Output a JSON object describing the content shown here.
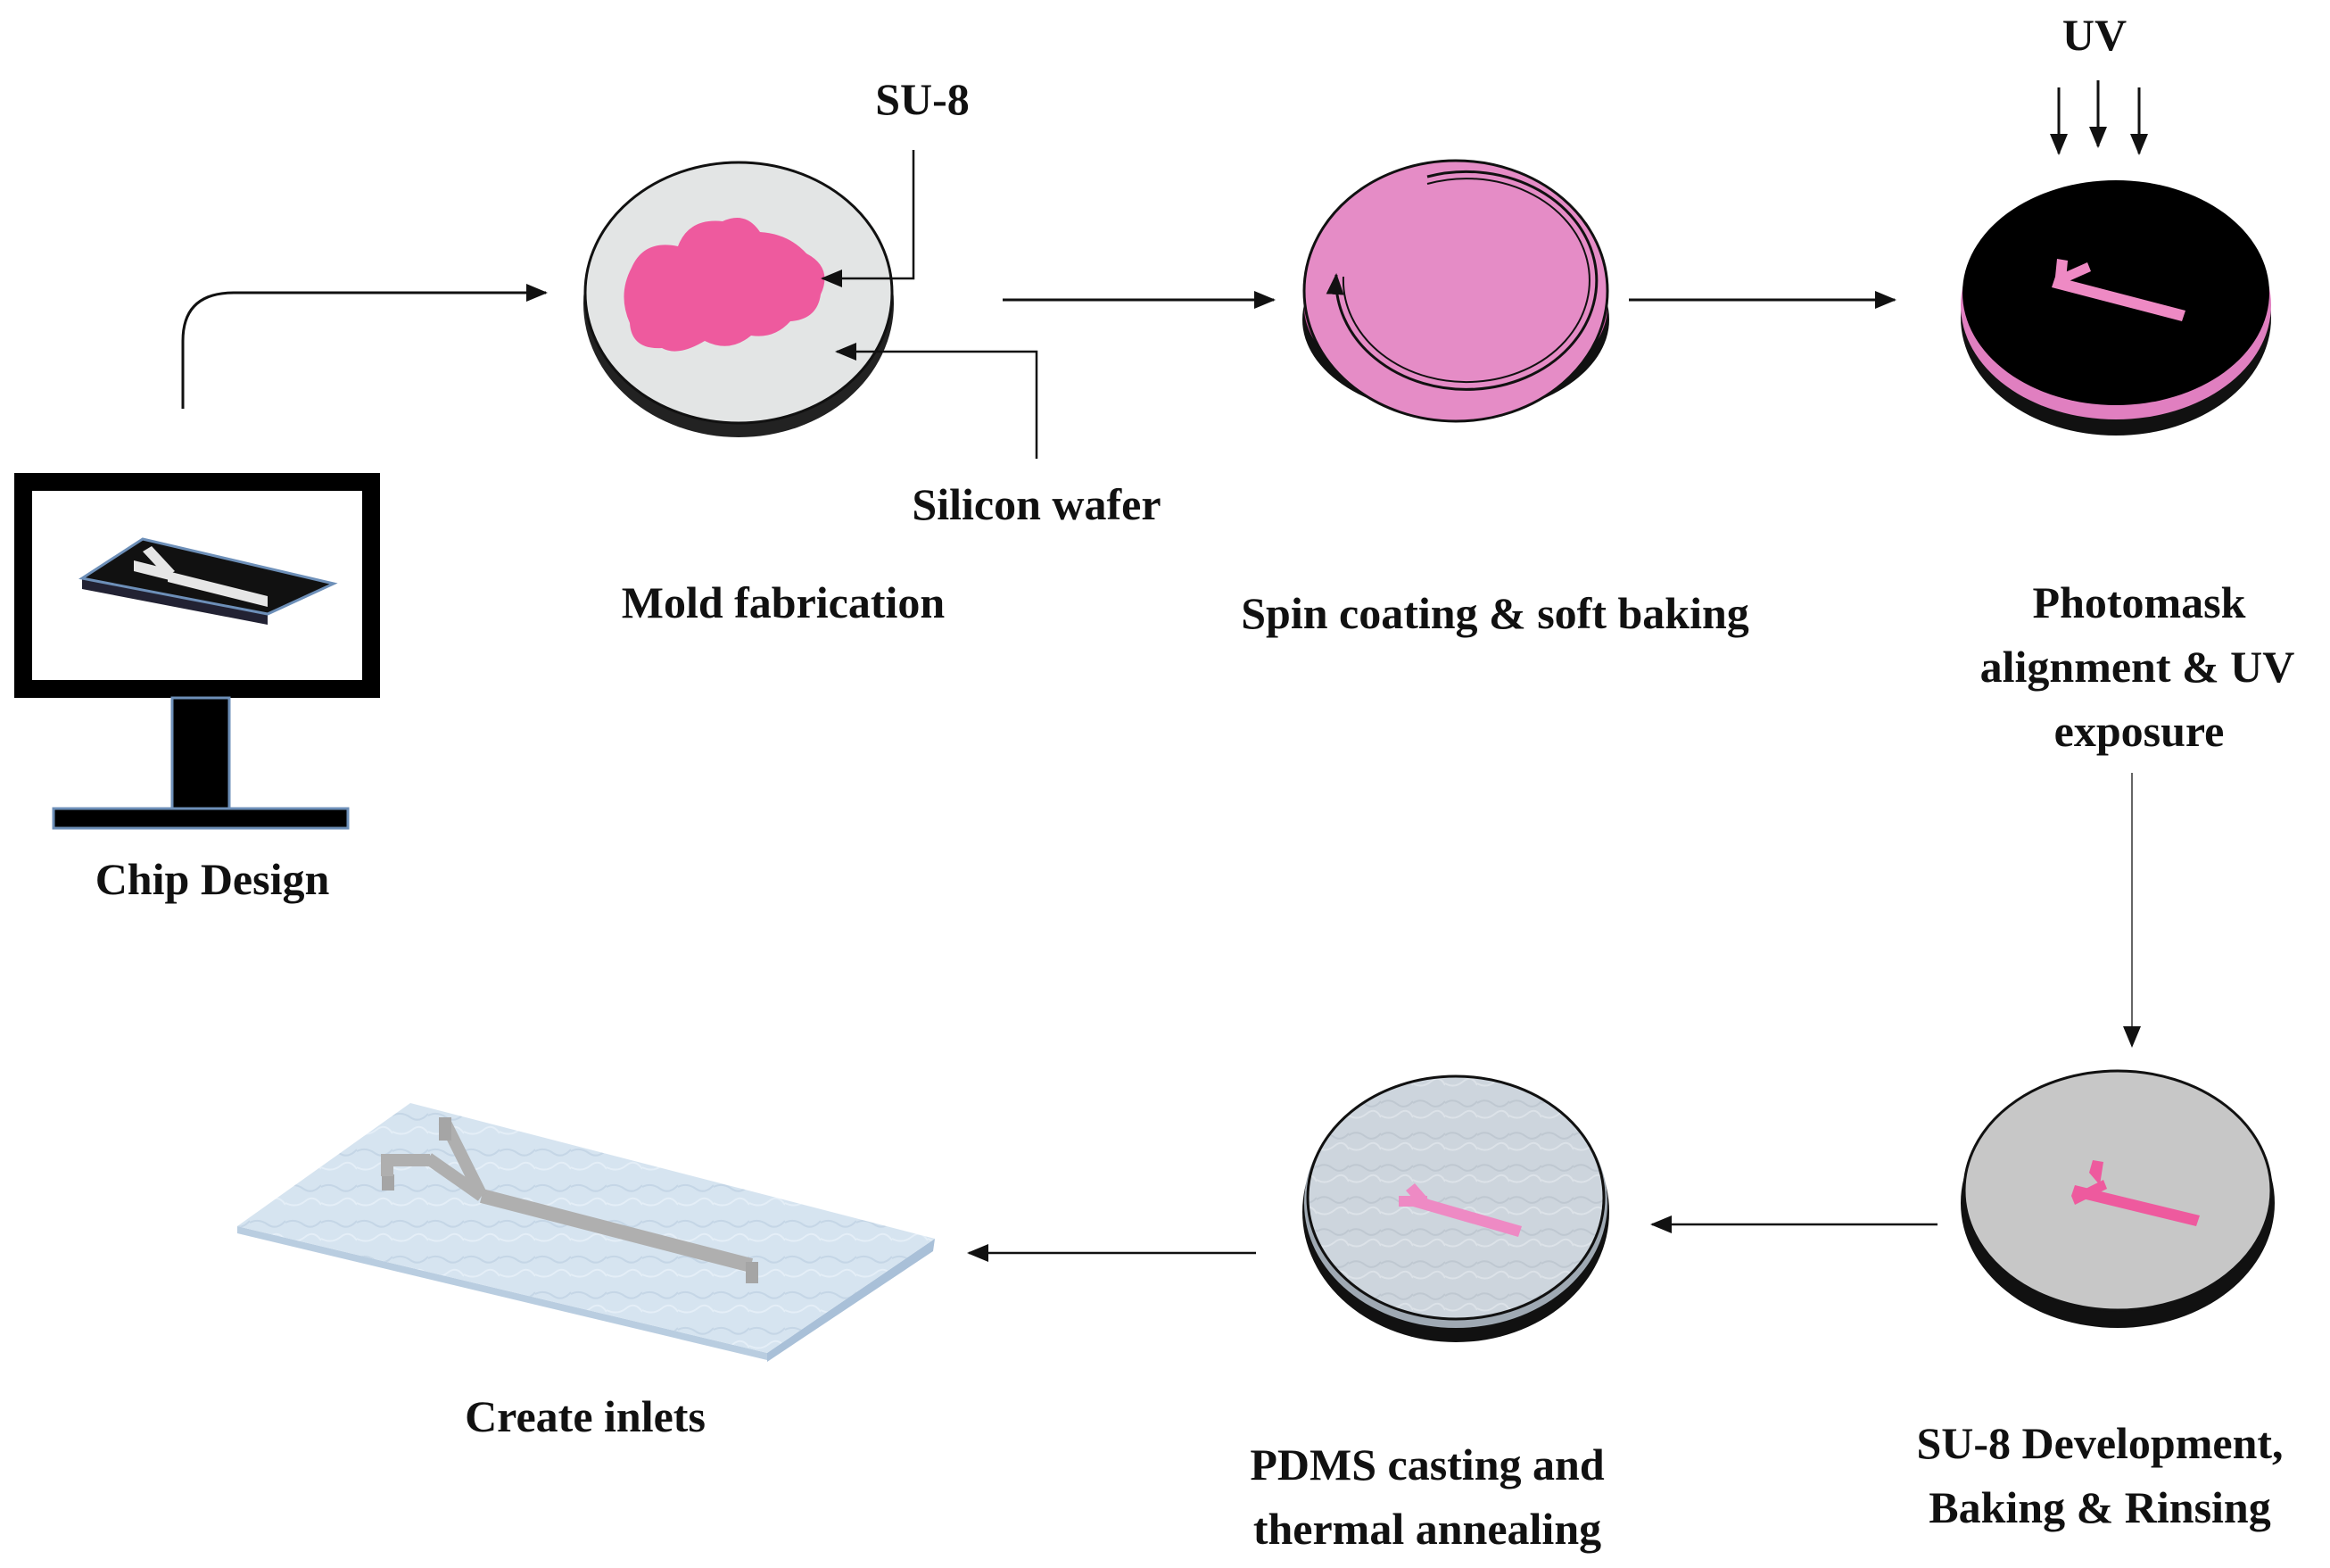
{
  "diagram": {
    "steps": [
      {
        "id": "chip-design",
        "label": "Chip Design"
      },
      {
        "id": "mold-fabrication",
        "label": "Mold fabrication"
      },
      {
        "id": "spin-coating",
        "label": "Spin coating & soft baking"
      },
      {
        "id": "photomask",
        "label_lines": [
          "Photomask",
          "alignment & UV",
          "exposure"
        ]
      },
      {
        "id": "development",
        "label_lines": [
          "SU-8 Development,",
          "Baking & Rinsing"
        ]
      },
      {
        "id": "pdms-casting",
        "label_lines": [
          "PDMS casting and",
          "thermal annealing"
        ]
      },
      {
        "id": "create-inlets",
        "label": "Create inlets"
      }
    ],
    "callouts": {
      "su8": "SU-8",
      "silicon_wafer": "Silicon wafer",
      "uv": "UV"
    },
    "colors": {
      "su8_pink": "#EE5A9E",
      "spin_pink": "#E58CC6",
      "channel_pink": "#EE8AC4",
      "wafer_gray": "#E3E5E5",
      "developed_gray": "#C7C7C7",
      "pdms_blue": "#D6E4F0",
      "monitor_black": "#000000"
    }
  }
}
